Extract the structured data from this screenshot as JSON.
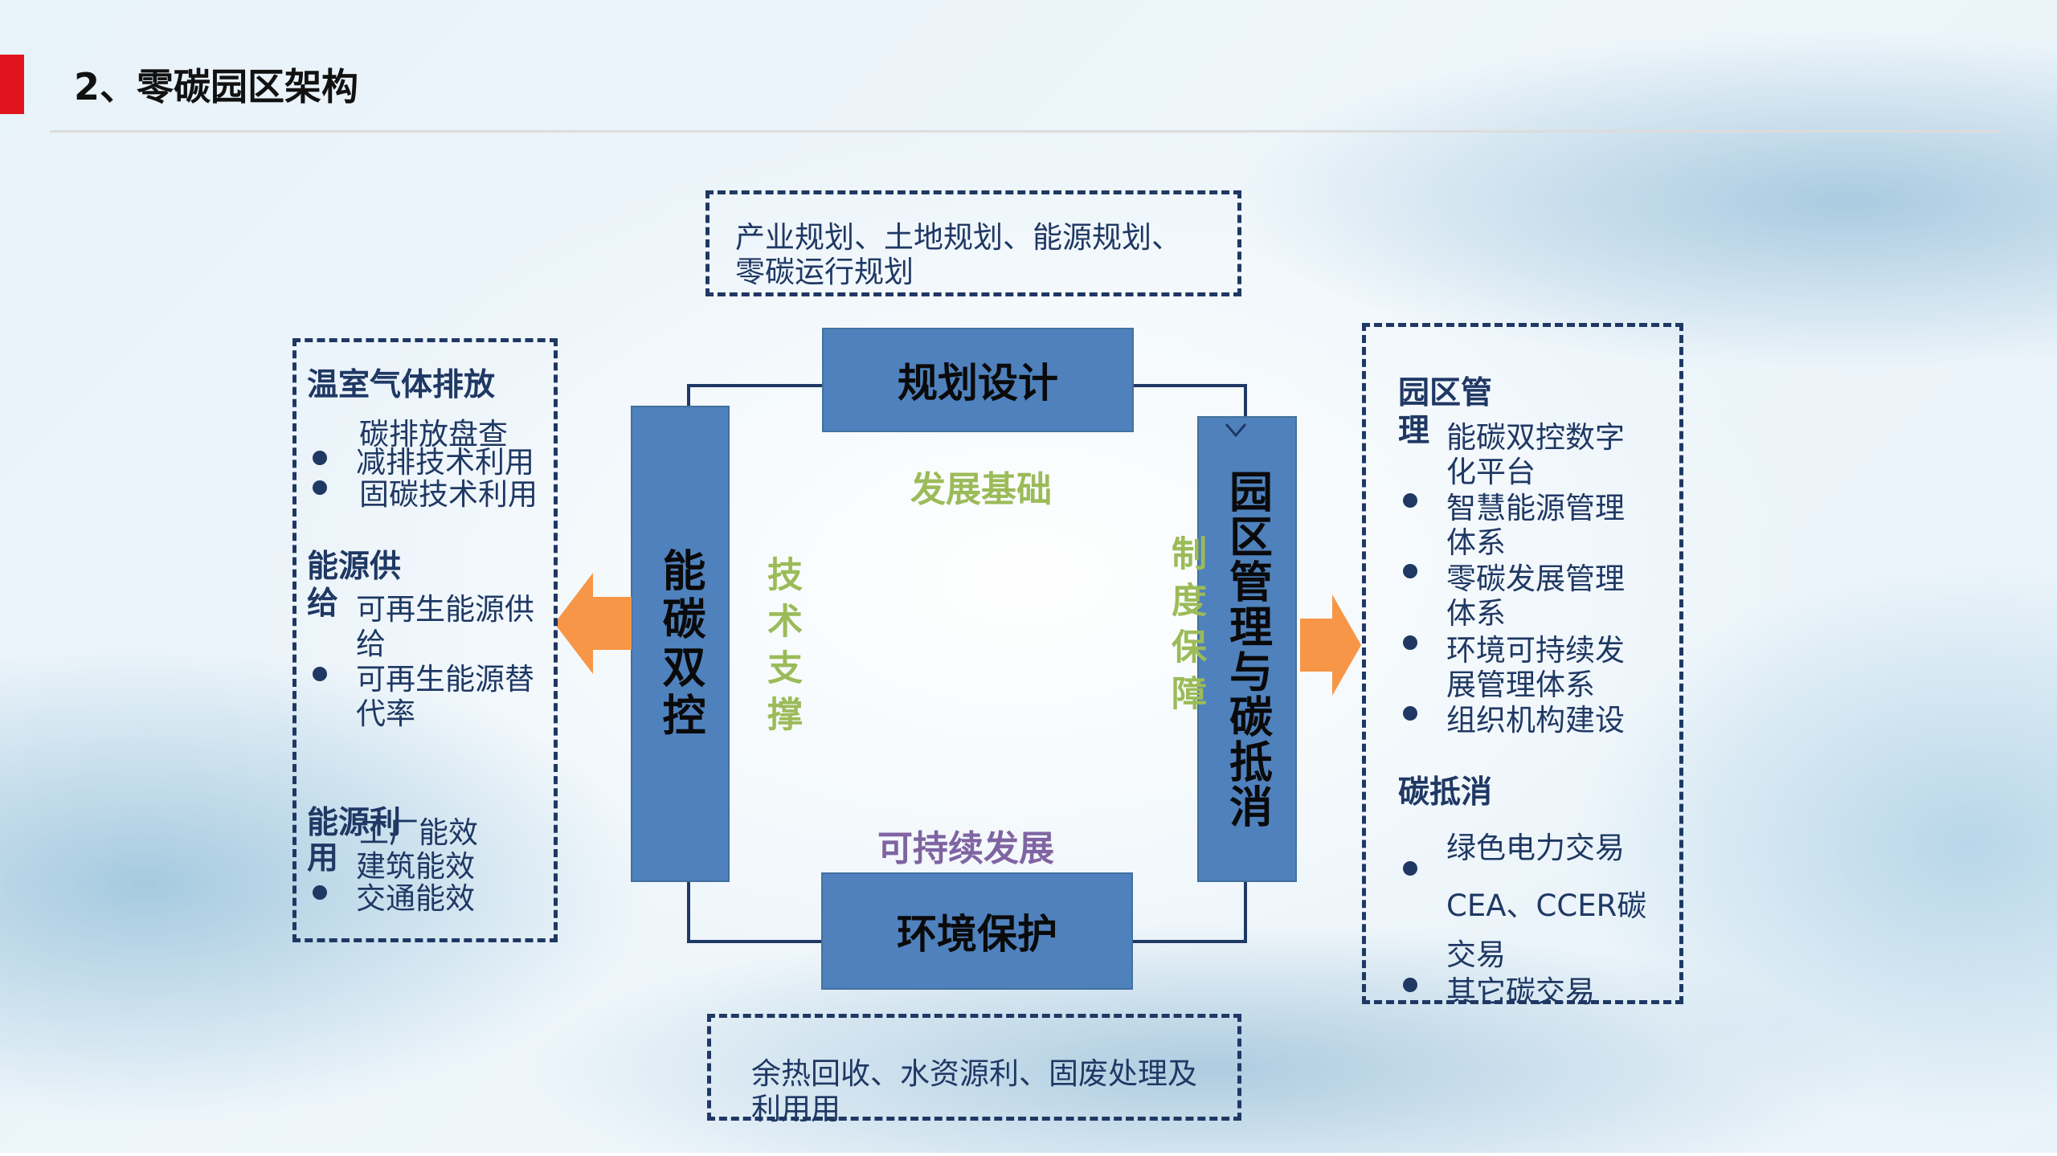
{
  "title": "2、零碳园区架构",
  "top_box": {
    "line1": "产业规划、土地规划、能源规划、",
    "line2": "零碳运行规划"
  },
  "bottom_box": {
    "line1": "余热回收、水资源利、固废处理及",
    "line2": "利用用"
  },
  "center": {
    "top": "规划设计",
    "left": "能碳双控",
    "right": "园区管理与碳抵消",
    "bottom": "环境保护",
    "label_top": "发展基础",
    "label_left": "技术支撑",
    "label_right": "制度保障",
    "label_bottom": "可持续发展"
  },
  "left_panel": {
    "h1": "温室气体排放",
    "i1": "碳排放盘查",
    "i2": "减排技术利用",
    "i3": "固碳技术利用",
    "h2a": "能源供",
    "h2b": "给",
    "i4a": "可再生能源供",
    "i4b": "给",
    "i5a": "可再生能源替",
    "i5b": "代率",
    "h3a": "能源利",
    "h3b": "用",
    "i6": "工厂能效",
    "i7": "建筑能效",
    "i8": "交通能效"
  },
  "right_panel": {
    "h1a": "园区管",
    "h1b": "理",
    "i1a": "能碳双控数字",
    "i1b": "化平台",
    "i2a": "智慧能源管理",
    "i2b": "体系",
    "i3a": "零碳发展管理",
    "i3b": "体系",
    "i4a": "环境可持续发",
    "i4b": "展管理体系",
    "i5": "组织机构建设",
    "h2": "碳抵消",
    "i6": "绿色电力交易",
    "i7a": "CEA、CCER碳",
    "i7b": "交易",
    "i8": "其它碳交易"
  },
  "colors": {
    "box_blue": "#4f81bd",
    "navy": "#1f3864",
    "green": "#9bbb59",
    "purple": "#8064a2",
    "orange": "#f79646",
    "red": "#e1141e"
  }
}
